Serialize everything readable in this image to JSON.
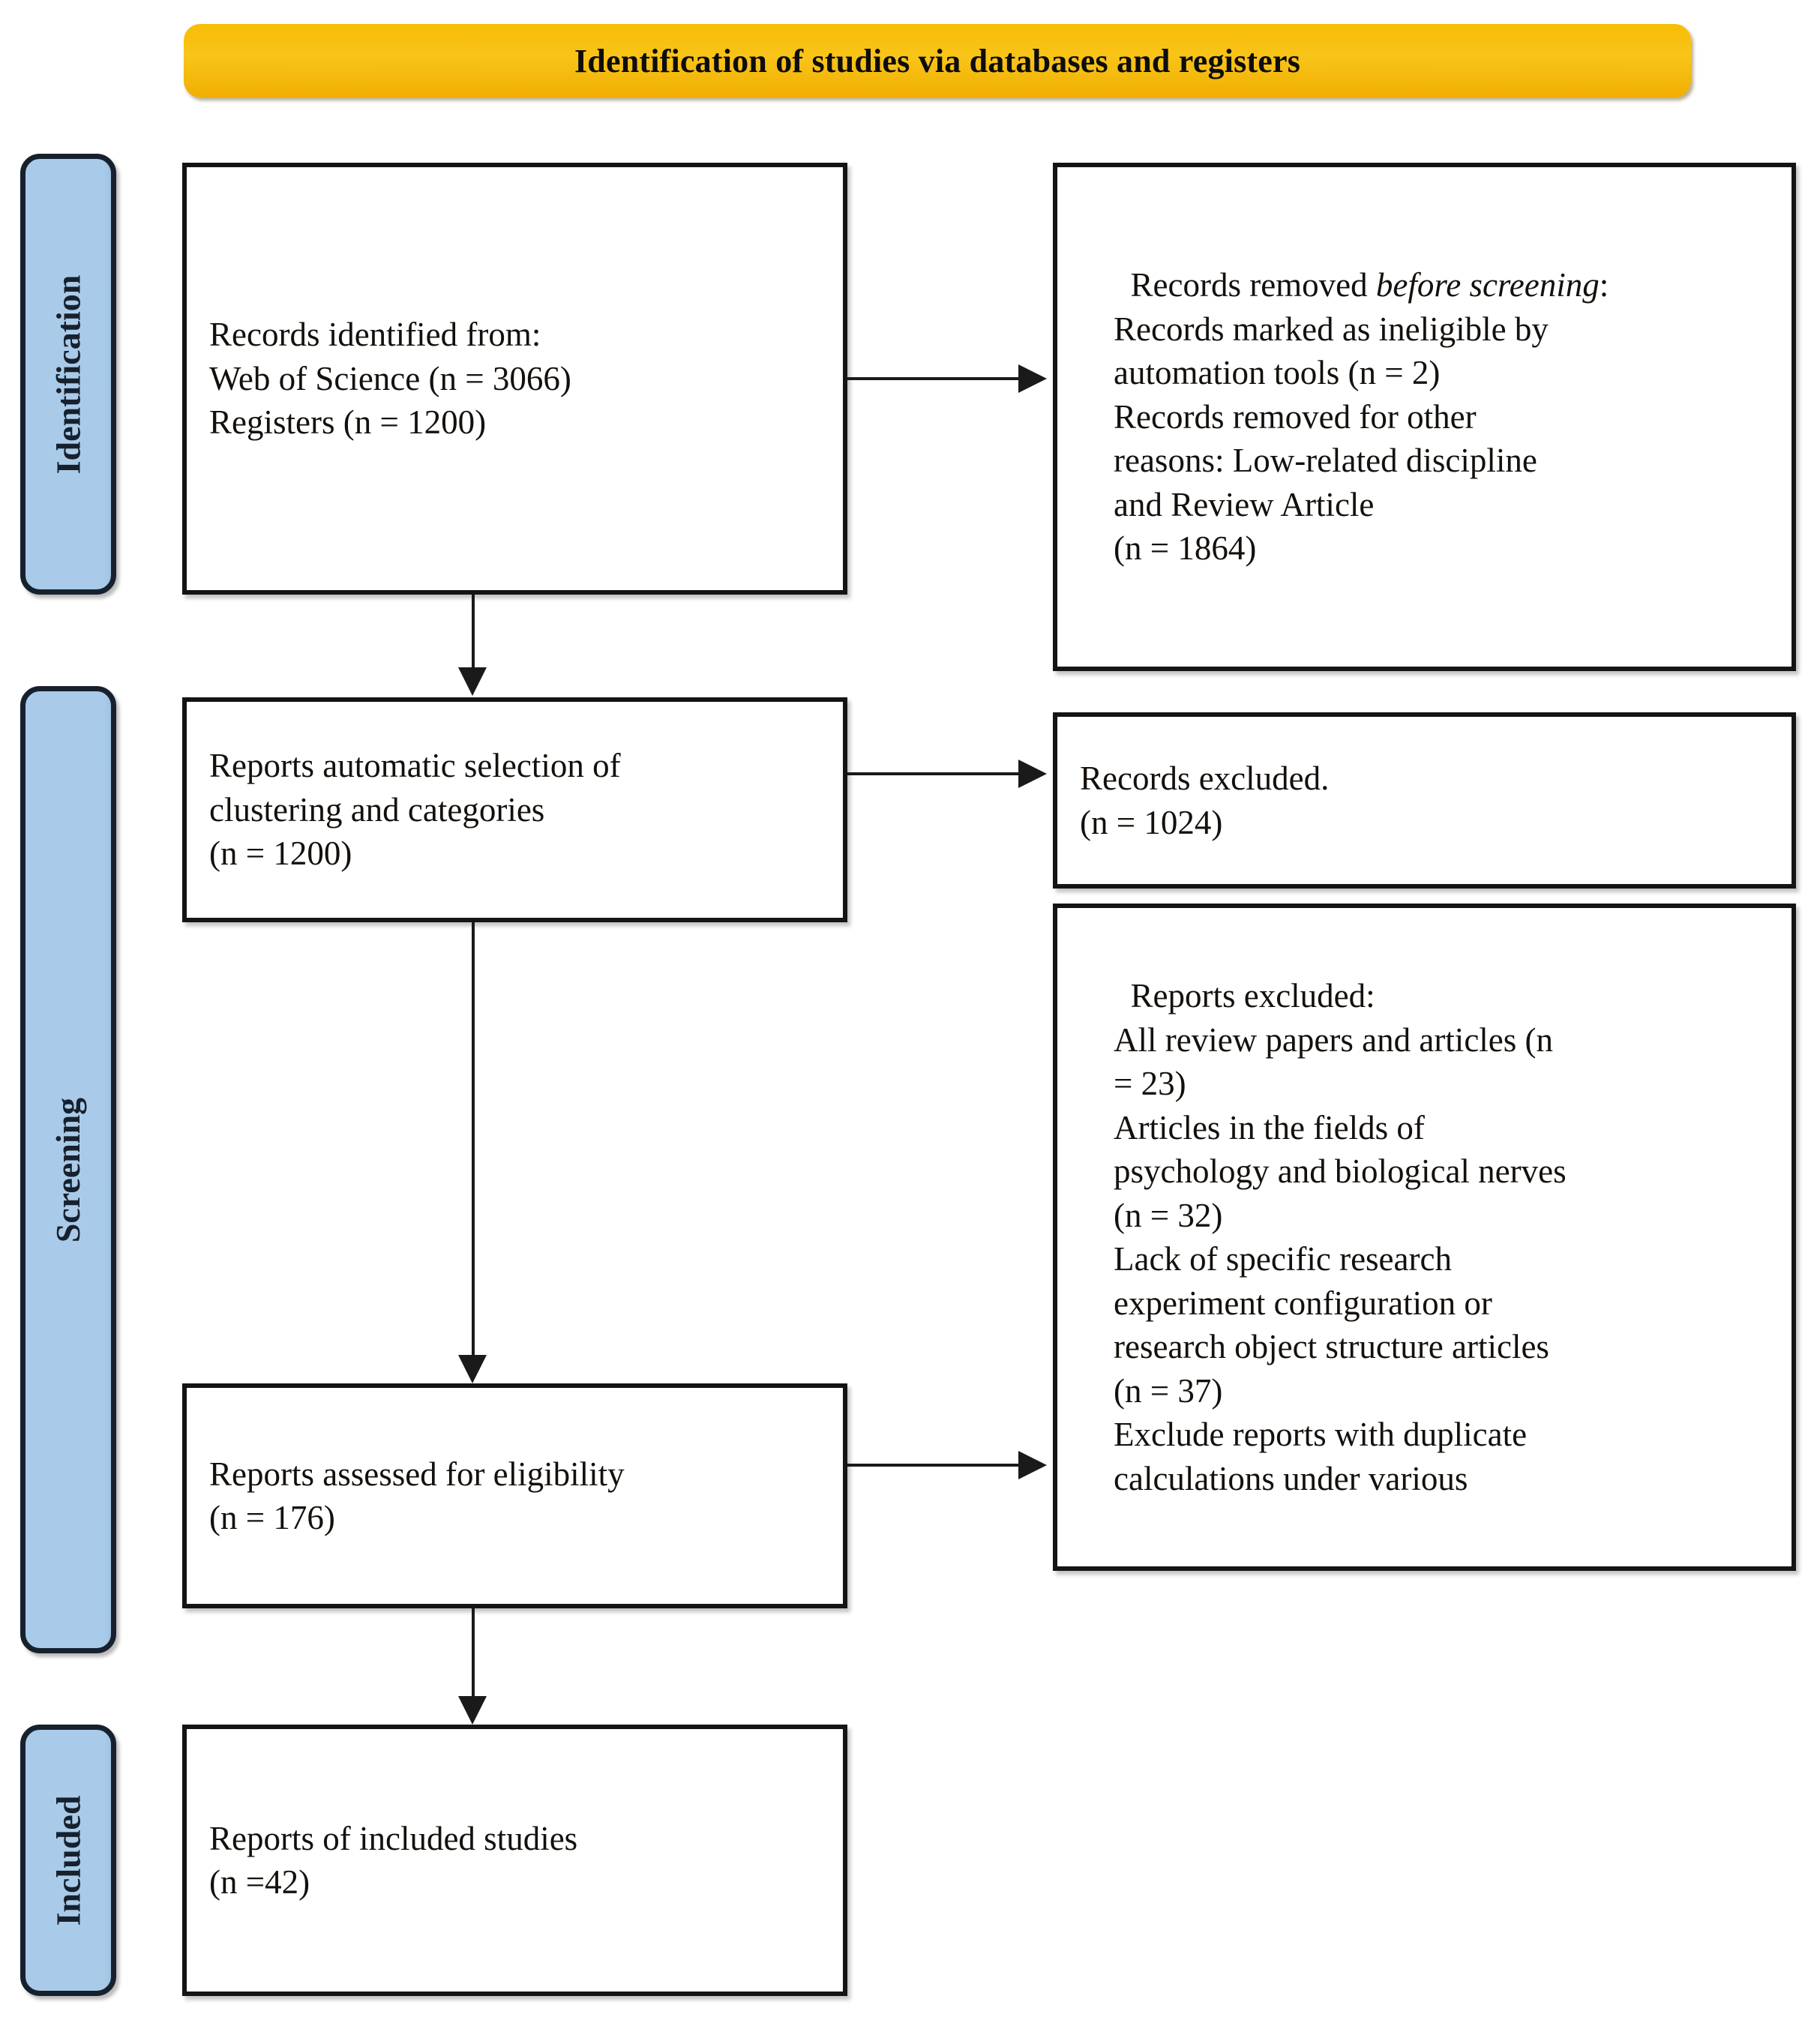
{
  "header": {
    "title": "Identification of studies via databases and registers",
    "band_color": "#f7bd05"
  },
  "stages": [
    {
      "key": "identification",
      "label": "Identification"
    },
    {
      "key": "screening",
      "label": "Screening"
    },
    {
      "key": "included",
      "label": "Included"
    }
  ],
  "boxes": {
    "records_identified": {
      "name": "records-identified-box",
      "text": "Records identified from:\nWeb of Science (n = 3066)\nRegisters (n = 1200)",
      "lines": [
        "Records identified from:",
        "Web of Science (n = 3066)",
        "Registers (n = 1200)"
      ]
    },
    "records_removed": {
      "name": "records-removed-box",
      "lead": "Records removed ",
      "lead_italic": "before screening",
      "lead_tail": ":",
      "text": "    Records marked as ineligible by\n    automation tools (n = 2)\n    Records removed for other\n    reasons: Low-related discipline\n    and Review Article\n    (n = 1864)",
      "lines": [
        "Records marked as ineligible by",
        "automation tools (n = 2)",
        "Records removed for other",
        "reasons: Low-related discipline",
        "and Review Article",
        "(n = 1864)"
      ]
    },
    "reports_auto_selection": {
      "name": "reports-automatic-selection-box",
      "text": "Reports automatic selection of\nclustering and categories\n(n = 1200)",
      "lines": [
        "Reports automatic selection of",
        "clustering and categories",
        "(n = 1200)"
      ]
    },
    "records_excluded": {
      "name": "records-excluded-box",
      "text": "Records excluded.\n(n = 1024)",
      "lines": [
        "Records excluded.",
        "(n = 1024)"
      ]
    },
    "reports_excluded": {
      "name": "reports-excluded-box",
      "lead": "Reports excluded:",
      "text": "    All review papers and articles (n\n    = 23)\n    Articles in the fields of\n    psychology and biological nerves\n    (n = 32)\n    Lack of specific research\n    experiment configuration or\n    research object structure articles\n    (n = 37)\n    Exclude reports with duplicate\n    calculations under various",
      "lines": [
        "All review papers and articles (n",
        "= 23)",
        "Articles in the fields of",
        "psychology and biological nerves",
        "(n = 32)",
        "Lack of specific research",
        "experiment configuration or",
        "research object structure articles",
        "(n = 37)",
        "Exclude reports with duplicate",
        "calculations under various"
      ]
    },
    "reports_assessed": {
      "name": "reports-assessed-box",
      "text": "Reports assessed for eligibility\n(n = 176)",
      "lines": [
        "Reports assessed for eligibility",
        "(n = 176)"
      ]
    },
    "reports_included": {
      "name": "reports-included-box",
      "text": "Reports of included studies\n(n =42)",
      "lines": [
        "Reports of included studies",
        "(n =42)"
      ]
    }
  },
  "counts": {
    "web_of_science": 3066,
    "registers": 1200,
    "ineligible_automation": 2,
    "removed_other_reasons": 1864,
    "reports_auto_selection": 1200,
    "records_excluded": 1024,
    "review_papers_excluded": 23,
    "psychology_biological_excluded": 32,
    "lack_specific_research_excluded": 37,
    "reports_assessed": 176,
    "reports_included": 42
  },
  "colors": {
    "header_band": "#f7bd05",
    "stage_fill": "#a9cbe9",
    "stage_border": "#17212e",
    "box_border": "#141414",
    "connector": "#1a1a1a"
  }
}
